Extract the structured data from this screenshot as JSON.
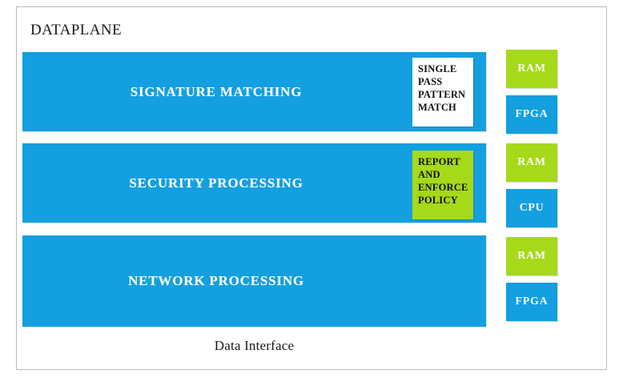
{
  "diagram": {
    "title": "DATAPLANE",
    "footer_label": "Data Interface",
    "colors": {
      "band_blue": "#139FE0",
      "accent_green": "#A6D919",
      "note_white": "#FFFFFF",
      "frame_border": "#B9B9B9",
      "text_light": "#FFFFFF",
      "text_dark": "#111111"
    },
    "stages": [
      {
        "id": "signature-matching",
        "label": "SIGNATURE MATCHING",
        "note": {
          "id": "single-pass-pattern-match",
          "background": "#FFFFFF",
          "lines": [
            "SINGLE",
            "PASS",
            "PATTERN",
            "MATCH"
          ]
        }
      },
      {
        "id": "security-processing",
        "label": "SECURITY PROCESSING",
        "note": {
          "id": "report-and-enforce-policy",
          "background": "#A6D919",
          "lines": [
            "REPORT",
            "AND",
            "ENFORCE",
            "POLICY"
          ]
        }
      },
      {
        "id": "network-processing",
        "label": "NETWORK PROCESSING",
        "note": null
      }
    ],
    "hardware": [
      {
        "id": "ram-1",
        "label": "RAM",
        "type": "memory"
      },
      {
        "id": "fpga-1",
        "label": "FPGA",
        "type": "logic"
      },
      {
        "id": "ram-2",
        "label": "RAM",
        "type": "memory"
      },
      {
        "id": "cpu-1",
        "label": "CPU",
        "type": "logic"
      },
      {
        "id": "ram-3",
        "label": "RAM",
        "type": "memory"
      },
      {
        "id": "fpga-2",
        "label": "FPGA",
        "type": "logic"
      }
    ]
  }
}
